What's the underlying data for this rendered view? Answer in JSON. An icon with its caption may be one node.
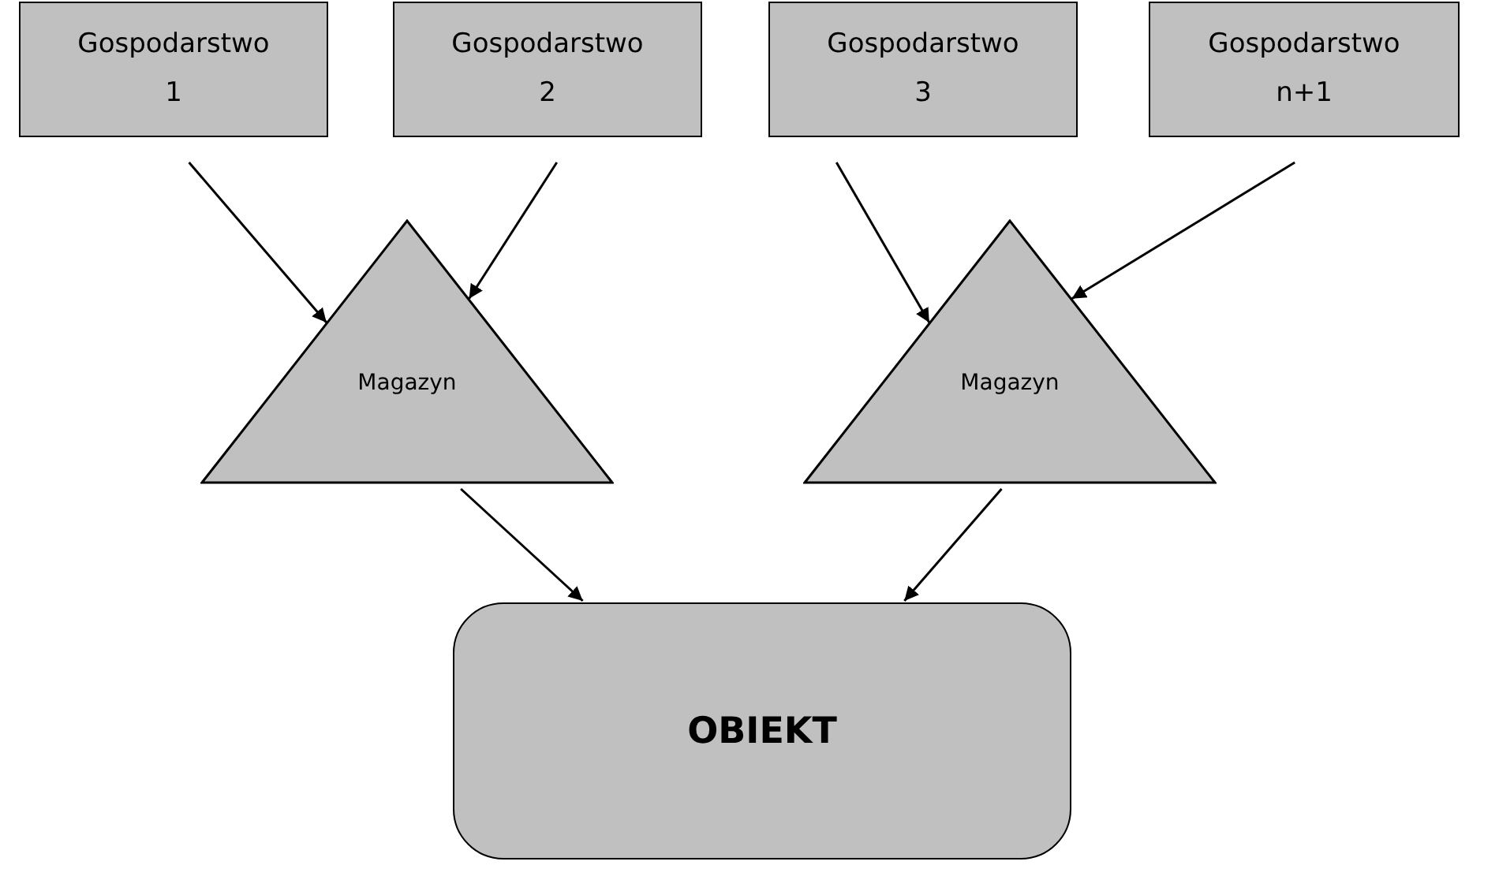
{
  "diagram": {
    "nodes": [
      {
        "text": [
          "Gospodarstwo 1"
        ]
      },
      {
        "text": [
          "Gospodarstwo 2"
        ]
      },
      {
        "text": [
          "Gospodarstwo 3"
        ]
      },
      {
        "text": [
          "Gospodarstwo n+1"
        ]
      },
      {
        "text": [
          "Magazyn"
        ]
      },
      {
        "text": [
          "Magazyn"
        ]
      },
      {
        "text": [
          "OBIEKT"
        ]
      }
    ],
    "edges": [
      {
        "from": 0,
        "to": 4,
        "arrow": "to"
      },
      {
        "from": 1,
        "to": 4,
        "arrow": "to"
      },
      {
        "from": 2,
        "to": 5,
        "arrow": "to"
      },
      {
        "from": 3,
        "to": 5,
        "arrow": "to"
      },
      {
        "from": 4,
        "to": 6,
        "arrow": "to"
      },
      {
        "from": 5,
        "to": 6,
        "arrow": "to"
      }
    ]
  }
}
